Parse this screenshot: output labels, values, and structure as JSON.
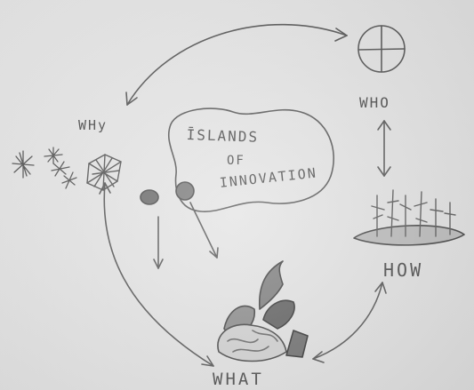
{
  "labels": {
    "why": "WHy",
    "who": "WHO",
    "how": "HOW",
    "what": "WHAT",
    "island_line1": "ĪSLANDS",
    "island_line2": "OF",
    "island_line3": "INNOVATION"
  },
  "colors": {
    "paper": "#e8e8e8",
    "pencil": "#555555",
    "dot": "#6f6f6f"
  }
}
